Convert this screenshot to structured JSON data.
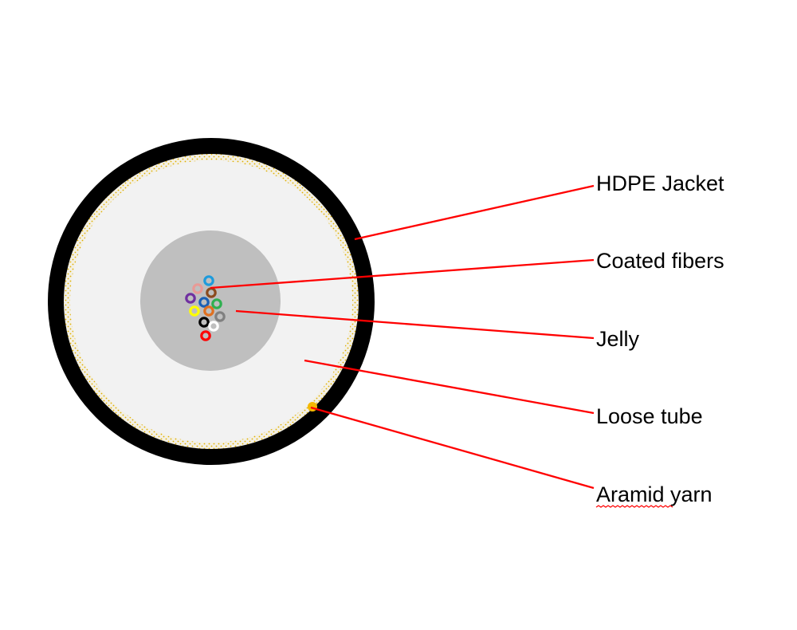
{
  "colors": {
    "background": "#ffffff",
    "jacket": "#000000",
    "aramid_layer": "#f3f0e6",
    "aramid_dots": "#e0b000",
    "loose_tube": "#f2f2f2",
    "jelly": "#bfbfbf",
    "leader_line": "#ff0000",
    "label_text": "#000000",
    "spellcheck_underline": "#ff0000"
  },
  "labels": {
    "jacket": "HDPE Jacket",
    "fibers": "Coated fibers",
    "jelly": "Jelly",
    "tube": "Loose tube",
    "aramid": "Aramid yarn"
  },
  "fiber_colors": [
    "#1e9bdc",
    "#e89a96",
    "#8b4a1e",
    "#7030a0",
    "#1a5fb4",
    "#2fb050",
    "#ffff00",
    "#e07020",
    "#808080",
    "#000000",
    "#ffffff",
    "#ff0000"
  ]
}
